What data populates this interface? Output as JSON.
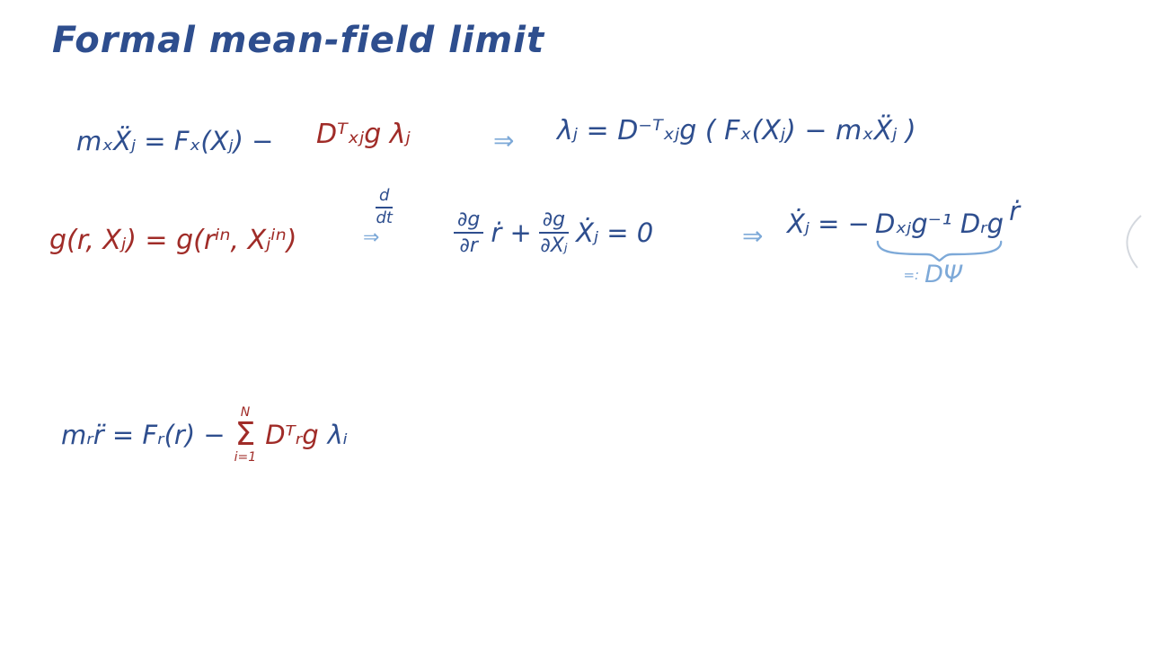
{
  "colors": {
    "ink_blue": "#2e4e8e",
    "ink_red": "#a02c28",
    "ink_lightblue": "#7da9d8",
    "stray_gray": "#c9ced6"
  },
  "title": "Formal mean-field limit",
  "row1": {
    "lhs": "mₓẌⱼ = Fₓ(Xⱼ) −",
    "multiplier_term": "Dᵀₓⱼg λⱼ",
    "implies": "⇒",
    "rhs": "λⱼ = D⁻ᵀₓⱼg ( Fₓ(Xⱼ) − mₓẌⱼ )"
  },
  "row2": {
    "constraint": "g(r, Xⱼ) = g(rⁱⁿ, Xⱼⁱⁿ)",
    "ddt_top": "d",
    "ddt_bottom": "dt",
    "ddt_arrow": "⇒",
    "frac1_top": "∂g",
    "frac1_bottom": "∂r",
    "after_frac1": "ṙ +",
    "frac2_top": "∂g",
    "frac2_bottom": "∂Xⱼ",
    "after_frac2": "Ẋⱼ = 0",
    "implies": "⇒",
    "xdot_lhs": "Ẋⱼ = −",
    "braced_term": "Dₓⱼg⁻¹ Dᵣg",
    "rdot": "ṙ",
    "brace_label_eq": "=:",
    "brace_label": "DΨ"
  },
  "row3": {
    "lhs": "mᵣr̈ = Fᵣ(r) −",
    "sum_top": "N",
    "sum_symbol": "Σ",
    "sum_bottom": "i=1",
    "jacobian_term": "Dᵀᵣg",
    "multiplier": "λᵢ"
  }
}
